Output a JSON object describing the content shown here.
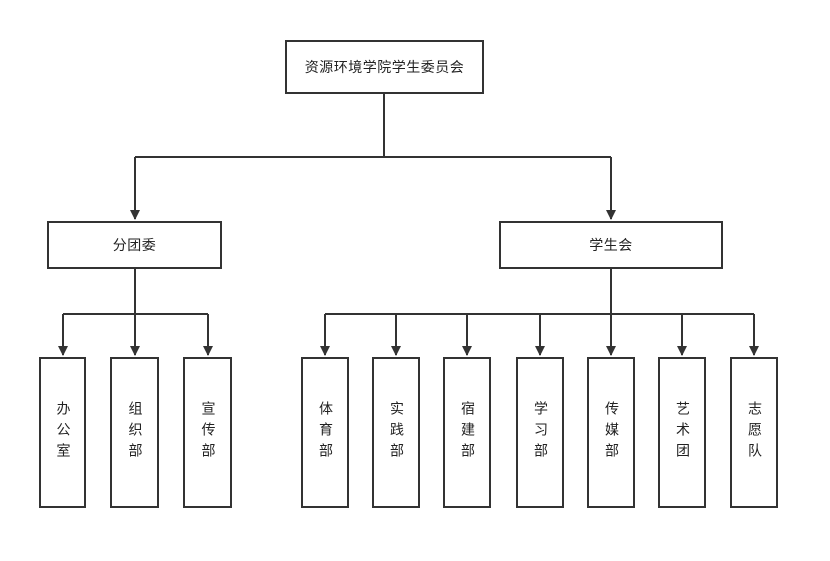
{
  "root": {
    "label": "资源环境学院学生委员会"
  },
  "branches": [
    {
      "label": "分团委",
      "children": [
        "办公室",
        "组织部",
        "宣传部"
      ]
    },
    {
      "label": "学生会",
      "children": [
        "体育部",
        "实践部",
        "宿建部",
        "学习部",
        "传媒部",
        "艺术团",
        "志愿队"
      ]
    }
  ],
  "colors": {
    "line": "#333333",
    "border": "#333333",
    "text": "#222222"
  }
}
